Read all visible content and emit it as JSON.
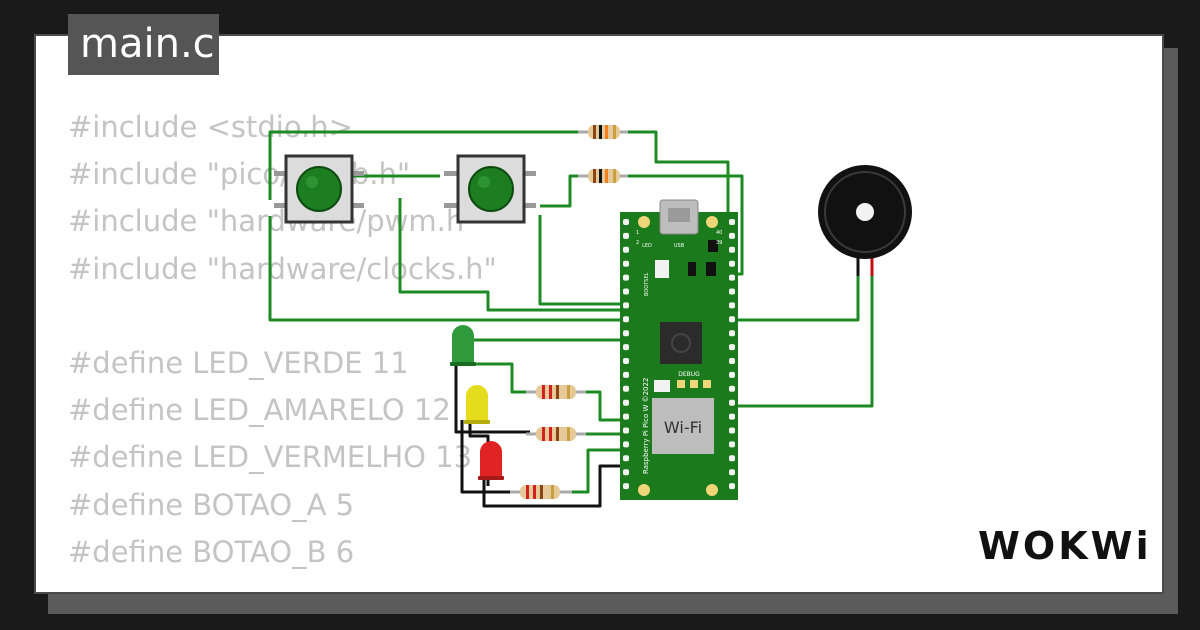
{
  "tab": {
    "title": "main.c"
  },
  "code": {
    "lines": [
      "#include <stdio.h>",
      "#include \"pico/stdlib.h\"",
      "#include \"hardware/pwm.h\"",
      "#include \"hardware/clocks.h\"",
      "",
      "#define LED_VERDE 11",
      "#define LED_AMARELO 12",
      "#define LED_VERMELHO 13",
      "#define BOTAO_A 5",
      "#define BOTAO_B 6"
    ]
  },
  "board": {
    "wifi_label": "Wi-Fi",
    "side_label": "Raspberry Pi Pico W ©2022",
    "debug_label": "DEBUG",
    "led_label": "LED",
    "usb_label": "USB",
    "bootsel_label": "BOOTSEL",
    "pin_labels": [
      "1",
      "2",
      "39",
      "40"
    ]
  },
  "leds": [
    {
      "color": "#2e9a3c"
    },
    {
      "color": "#e4dc1c"
    },
    {
      "color": "#e02424"
    }
  ],
  "colors": {
    "wire": "#1d8a24",
    "wire_dark": "#111111",
    "board": "#1b7a1b",
    "button_cap": "#1c7d21"
  },
  "brand": {
    "logo": "WOKWi"
  }
}
